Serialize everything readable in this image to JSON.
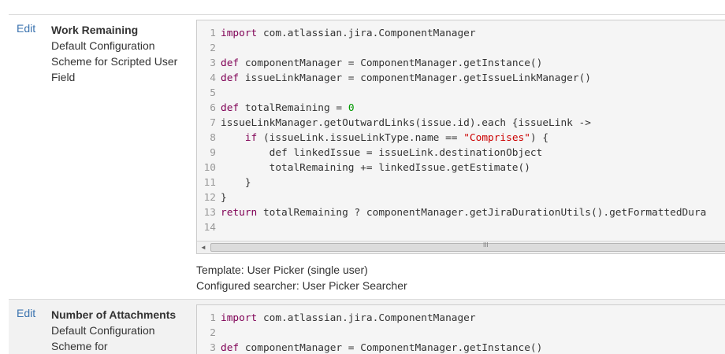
{
  "fields": [
    {
      "edit_label": "Edit",
      "name": "Work Remaining",
      "scheme": "Default Configuration Scheme for Scripted User Field",
      "template": "Template: User Picker (single user)",
      "searcher": "Configured searcher: User Picker Searcher",
      "code": {
        "lines": [
          {
            "n": "1",
            "kw": "import",
            "rest": " com.atlassian.jira.ComponentManager"
          },
          {
            "n": "2",
            "text": ""
          },
          {
            "n": "3",
            "kw": "def",
            "rest": " componentManager = ComponentManager.getInstance()"
          },
          {
            "n": "4",
            "kw": "def",
            "rest": " issueLinkManager = componentManager.getIssueLinkManager()"
          },
          {
            "n": "5",
            "text": ""
          },
          {
            "n": "6",
            "kw": "def",
            "rest": " totalRemaining = ",
            "num": "0"
          },
          {
            "n": "7",
            "text": "issueLinkManager.getOutwardLinks(issue.id).each {issueLink ->"
          },
          {
            "n": "8",
            "indent": "    ",
            "kw": "if",
            "rest": " (issueLink.issueLinkType.name == ",
            "str": "\"Comprises\"",
            "after": ") {"
          },
          {
            "n": "9",
            "text": "        def linkedIssue = issueLink.destinationObject"
          },
          {
            "n": "10",
            "text": "        totalRemaining += linkedIssue.getEstimate()"
          },
          {
            "n": "11",
            "text": "    }"
          },
          {
            "n": "12",
            "text": "}"
          },
          {
            "n": "13",
            "kw": "return",
            "rest": " totalRemaining ? componentManager.getJiraDurationUtils().getFormattedDura"
          },
          {
            "n": "14",
            "text": ""
          }
        ]
      }
    },
    {
      "edit_label": "Edit",
      "name": "Number of Attachments",
      "scheme_line1": "Default Configuration",
      "scheme_line2": "Scheme for",
      "code": {
        "lines": [
          {
            "n": "1",
            "kw": "import",
            "rest": " com.atlassian.jira.ComponentManager"
          },
          {
            "n": "2",
            "text": ""
          },
          {
            "n": "3",
            "kw": "def",
            "rest": " componentManager = ComponentManager.getInstance()"
          }
        ]
      }
    }
  ],
  "scrollbar": {
    "left_arrow": "◄",
    "grip": "III"
  },
  "colors": {
    "link": "#3b73af",
    "keyword": "#7f0055",
    "number": "#009900",
    "string": "#cc0000"
  }
}
